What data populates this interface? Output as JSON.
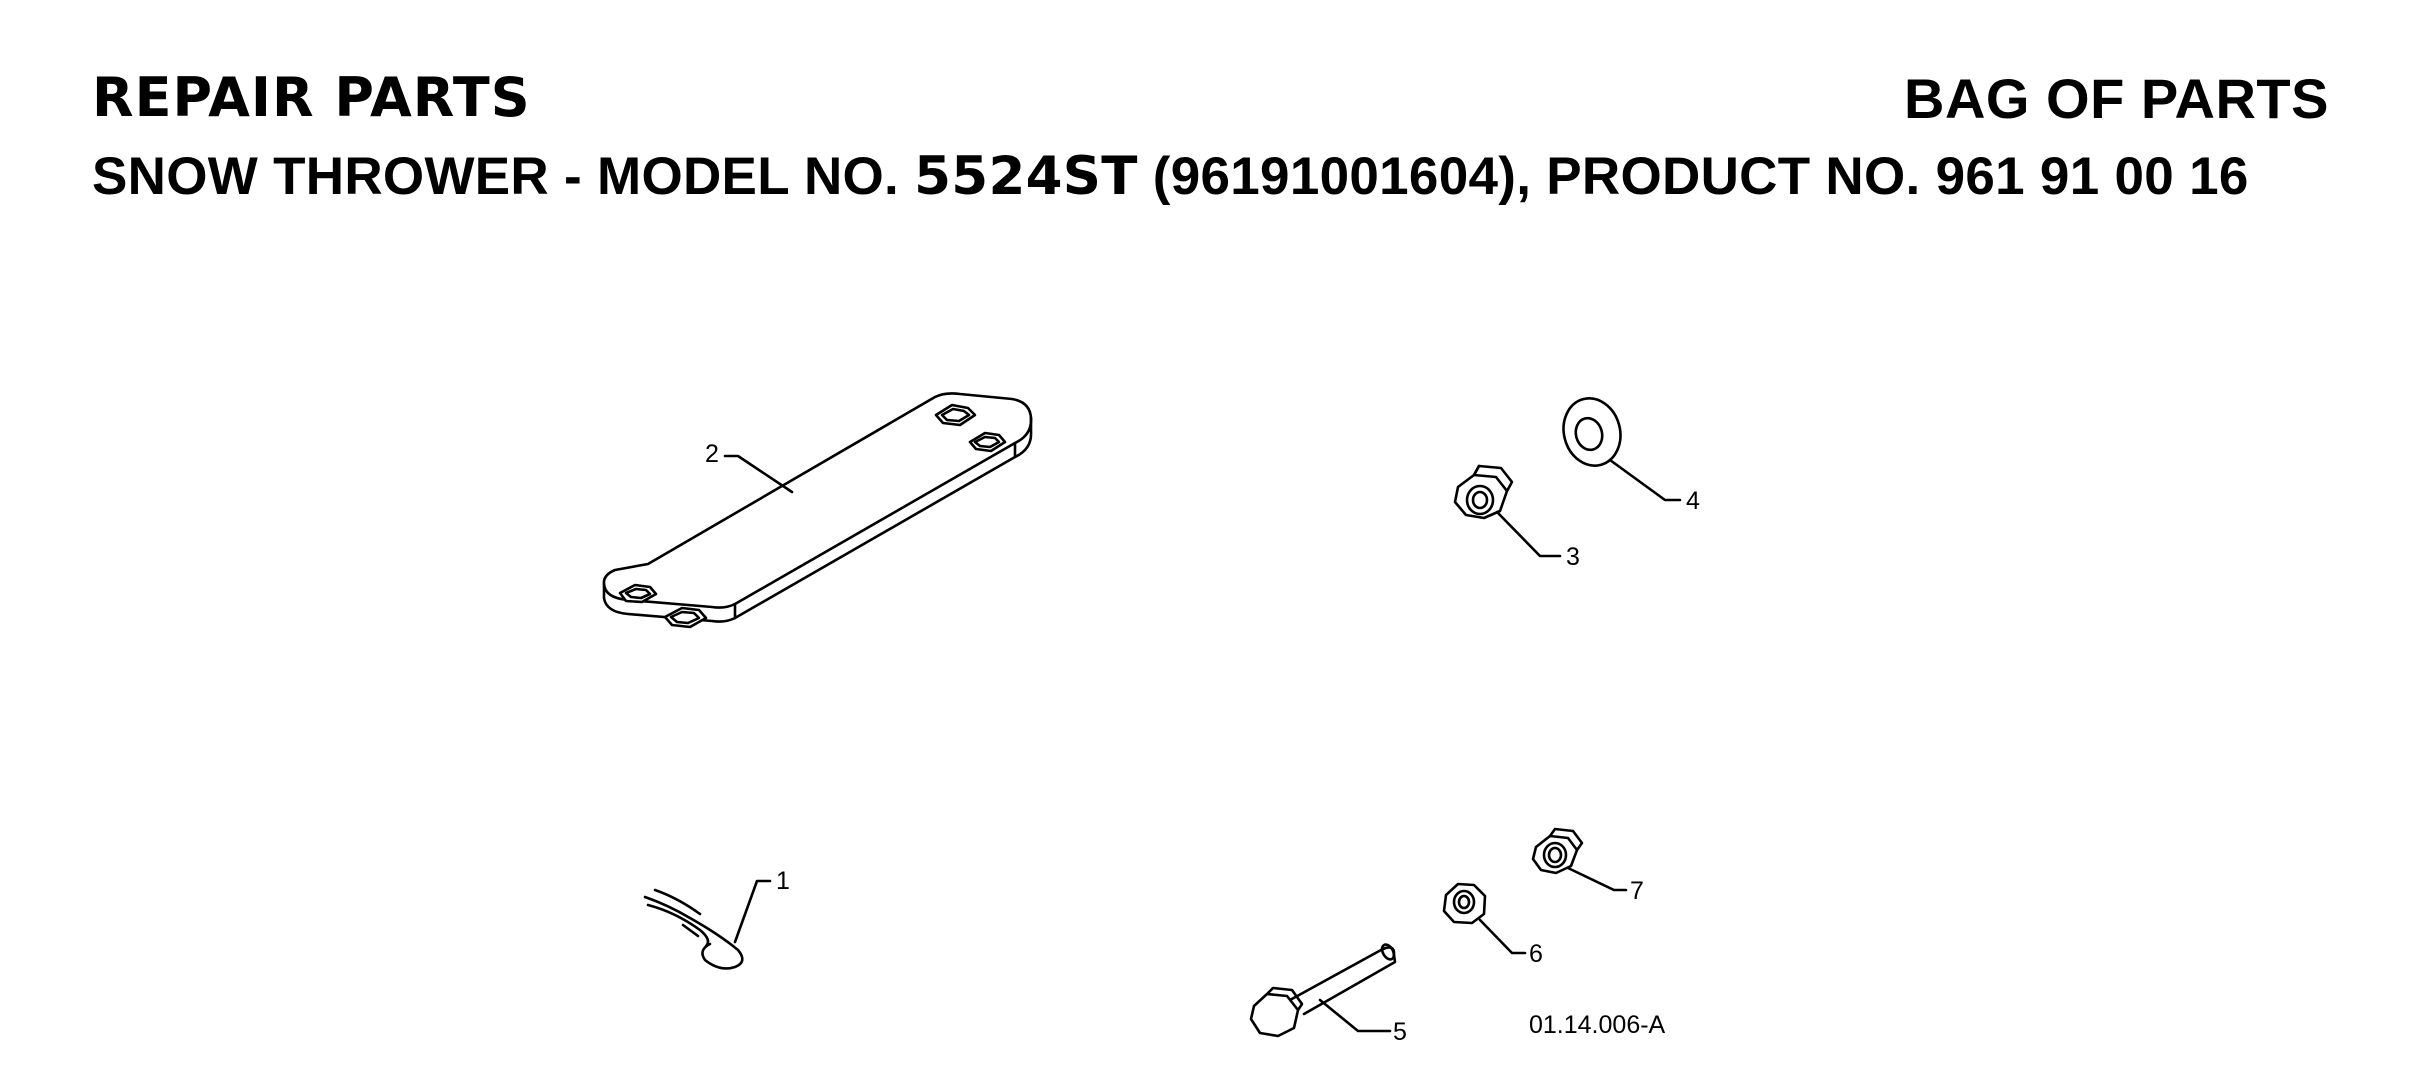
{
  "header": {
    "title": "REPAIR PARTS",
    "section": "BAG OF PARTS",
    "subtitle_prefix": "SNOW THROWER - MODEL NO. ",
    "model": "5524ST",
    "subtitle_suffix": " (96191001604), PRODUCT NO. 961 91 00 16"
  },
  "diagram": {
    "figure_id": "01.14.006-A",
    "callouts": [
      "1",
      "2",
      "3",
      "4",
      "5",
      "6",
      "7"
    ]
  }
}
